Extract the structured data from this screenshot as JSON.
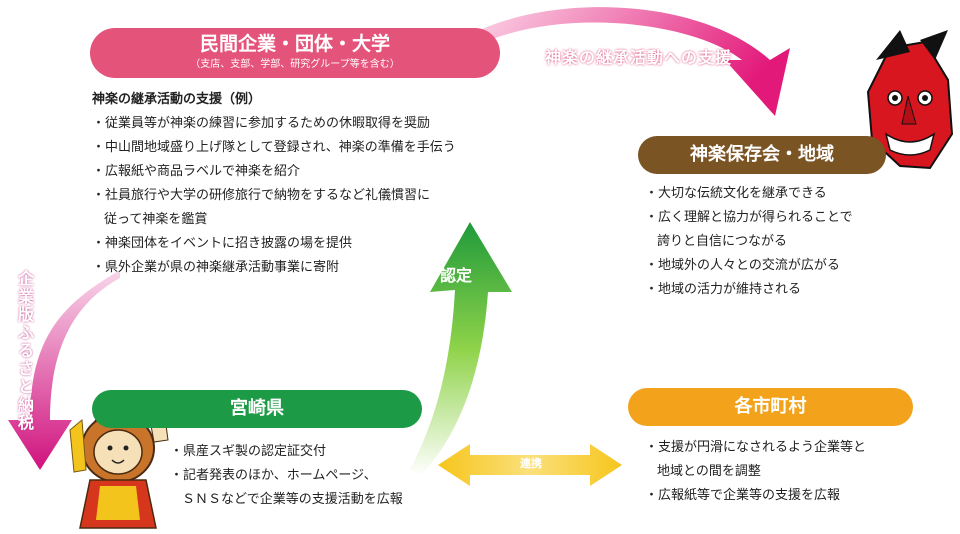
{
  "org": {
    "title": "民間企業・団体・大学",
    "subtitle": "（支店、支部、学部、研究グループ等を含む）",
    "list_title": "神楽の継承活動の支援（例）",
    "items": [
      "・従業員等が神楽の練習に参加するための休暇取得を奨励",
      "・中山間地域盛り上げ隊として登録され、神楽の準備を手伝う",
      "・広報紙や商品ラベルで神楽を紹介",
      "・社員旅行や大学の研修旅行で納物をするなど礼儀慣習に",
      "従って神楽を鑑賞",
      "・神楽団体をイベントに招き披露の場を提供",
      "・県外企業が県の神楽継承活動事業に寄附"
    ]
  },
  "kagura": {
    "title": "神楽保存会・地域",
    "items": [
      "・大切な伝統文化を継承できる",
      "・広く理解と協力が得られることで",
      "誇りと自信につながる",
      "・地域外の人々との交流が広がる",
      "・地域の活力が維持される"
    ]
  },
  "pref": {
    "title": "宮崎県",
    "items": [
      "・県産スギ製の認定証交付",
      "・記者発表のほか、ホームページ、",
      "ＳＮＳなどで企業等の支援活動を広報"
    ]
  },
  "city": {
    "title": "各市町村",
    "items": [
      "・支援が円滑になされるよう企業等と",
      "地域との間を調整",
      "・広報紙等で企業等の支援を広報"
    ]
  },
  "arrows": {
    "support": "神楽の継承活動への支援",
    "cert": "認定",
    "tax": "企業版ふるさと納税",
    "link": "連携"
  },
  "colors": {
    "org": "#e4537a",
    "kagura": "#7b5424",
    "pref": "#1c9a45",
    "city": "#f2a31b",
    "arrow_pink": "#e8317f",
    "arrow_green": "#35a83a",
    "arrow_yellow": "#f2c21b"
  },
  "icons": [
    "red-mask-icon",
    "lion-mascot-icon"
  ]
}
